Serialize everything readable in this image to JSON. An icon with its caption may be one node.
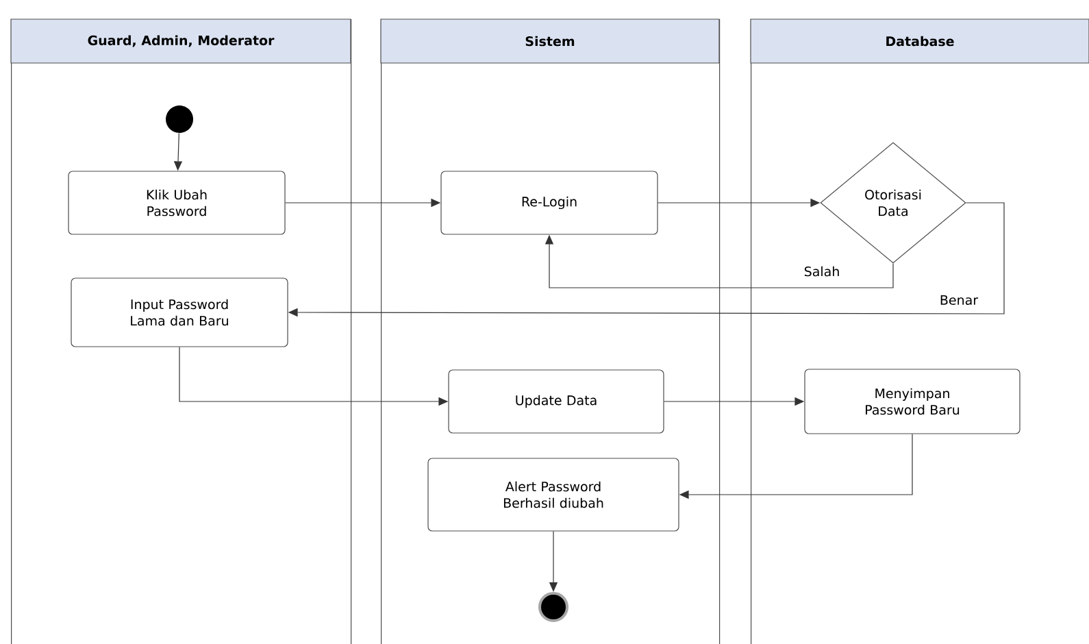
{
  "diagram": {
    "nodes": [
      {
        "text": [
          "Guard, Admin, Moderator"
        ]
      },
      {
        "text": [],
        "shape": "circle",
        "in": 0
      },
      {
        "text": [
          "Klik Ubah Password"
        ],
        "in": 0
      },
      {
        "text": [
          "Input Password Lama dan Baru"
        ],
        "in": 0
      },
      {
        "text": [
          "Sistem"
        ]
      },
      {
        "text": [
          "Re-Login"
        ],
        "in": 4
      },
      {
        "text": [
          "Update Data"
        ],
        "in": 4
      },
      {
        "text": [
          "Alert Password Berhasil diubah"
        ],
        "in": 4
      },
      {
        "text": [],
        "shape": "circle",
        "in": 4
      },
      {
        "text": [
          "Database"
        ]
      },
      {
        "text": [
          "Otorisasi Data"
        ],
        "in": 9
      },
      {
        "text": [
          "Menyimpan Password Baru"
        ],
        "in": 9
      }
    ],
    "edges": [
      {
        "from": 1,
        "to": 2,
        "arrow": "to"
      },
      {
        "from": 2,
        "to": 5,
        "arrow": "to"
      },
      {
        "from": 5,
        "to": 10,
        "arrow": "to"
      },
      {
        "from": 10,
        "to": 5,
        "arrow": "to",
        "label": "Salah"
      },
      {
        "from": 10,
        "to": 3,
        "arrow": "to",
        "label": "Benar"
      },
      {
        "from": 3,
        "to": 6,
        "arrow": "to"
      },
      {
        "from": 6,
        "to": 11,
        "arrow": "to"
      },
      {
        "from": 11,
        "to": 7,
        "arrow": "to"
      },
      {
        "from": 7,
        "to": 8,
        "arrow": "to"
      }
    ]
  }
}
